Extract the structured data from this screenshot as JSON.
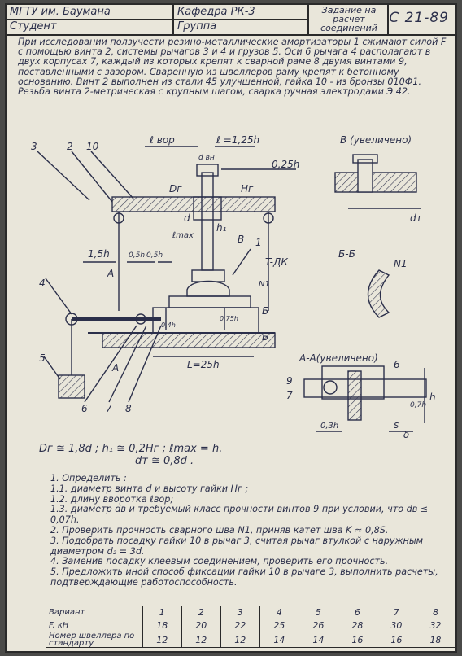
{
  "header": {
    "university": "МГТУ им. Баумана",
    "student": "Студент",
    "department": "Кафедра РК-3",
    "group": "Группа",
    "task_line1": "Задание на",
    "task_line2": "расчет",
    "task_line3": "соединений",
    "code": "С 21-89"
  },
  "intro_text": "При исследовании ползучести резино-металлические амортизаторы 1 сжимают силой F с помощью винта 2, системы рычагов 3 и 4 и грузов 5. Оси 6 рычага 4 располагают в двух корпусах 7, каждый из которых крепят к сварной раме 8 двумя винтами 9, поставленными с зазором. Сваренную из швеллеров раму крепят к бетонному основанию. Винт 2 выполнен из стали 45 улучшенной, гайка 10 - из бронзы 010Ф1. Резьба винта 2-метрическая с крупным шагом, сварка ручная электродами Э 42.",
  "drawing": {
    "labels": {
      "n3": "3",
      "n2": "2",
      "n10": "10",
      "l_bor": "ℓ вор",
      "l_125h": "ℓ =1,25h",
      "d_vn": "d вн",
      "dr": "Dг",
      "hr": "Hг",
      "d": "d",
      "l_max": "ℓmax",
      "h1": "h₁",
      "b_label": "B",
      "n1": "1",
      "t_dk": "T-ДК",
      "n1_weld": "N1",
      "n1_5h": "1,5h",
      "n0_5h_a": "0,5h",
      "n0_5h_b": "0,5h",
      "n025h": "0,25h",
      "a_top": "A",
      "a_bot": "A",
      "n4": "4",
      "n5": "5",
      "n6": "6",
      "n7": "7",
      "n8": "8",
      "n0_4h": "0,4h",
      "n0_75h": "0,75h",
      "b_small": "Б",
      "b_small2": "Б",
      "l_25h": "L=25h",
      "v_title": "B (увеличено)",
      "dt": "dт",
      "bb_title": "Б-Б",
      "n1_b": "N1",
      "aa_title": "А-А(увеличено)",
      "n9": "9",
      "n7b": "7",
      "n6b": "6",
      "n0_7h": "0,7h",
      "h": "h",
      "n0_3h": "0,3h",
      "s": "s",
      "delta": "δ"
    }
  },
  "formulas": {
    "line1": "Dг ≅ 1,8d ;    h₁ ≅ 0,2Hг ;   ℓmax = h.",
    "line2": "dт ≅ 0,8d ."
  },
  "tasks": [
    "1. Определить :",
    "1.1. диаметр винта d и высоту гайки Hг ;",
    "1.2. длину вворотка ℓвор;",
    "1.3. диаметр dв и требуемый класс прочности винтов 9 при условии, что dв ≤ 0,07h.",
    "2. Проверить прочность сварного шва N1, приняв катет шва K ≈ 0,8S.",
    "3. Подобрать посадку гайки 10 в рычаг 3, считая рычаг втулкой с наружным диаметром d₂ = 3d.",
    "4. Заменив посадку клеевым соединением, проверить его прочность.",
    "5. Предложить иной способ фиксации гайки 10 в рычаге 3, выполнить расчеты, подтверждающие работоспособность."
  ],
  "variants_table": {
    "row_variant": "Вариант",
    "row_force": "F,           кН",
    "row_channel": "Номер швеллера по стандарту",
    "variants": [
      "1",
      "2",
      "3",
      "4",
      "5",
      "6",
      "7",
      "8"
    ],
    "force": [
      "18",
      "20",
      "22",
      "25",
      "26",
      "28",
      "30",
      "32"
    ],
    "channel": [
      "12",
      "12",
      "12",
      "14",
      "14",
      "16",
      "16",
      "18"
    ]
  }
}
